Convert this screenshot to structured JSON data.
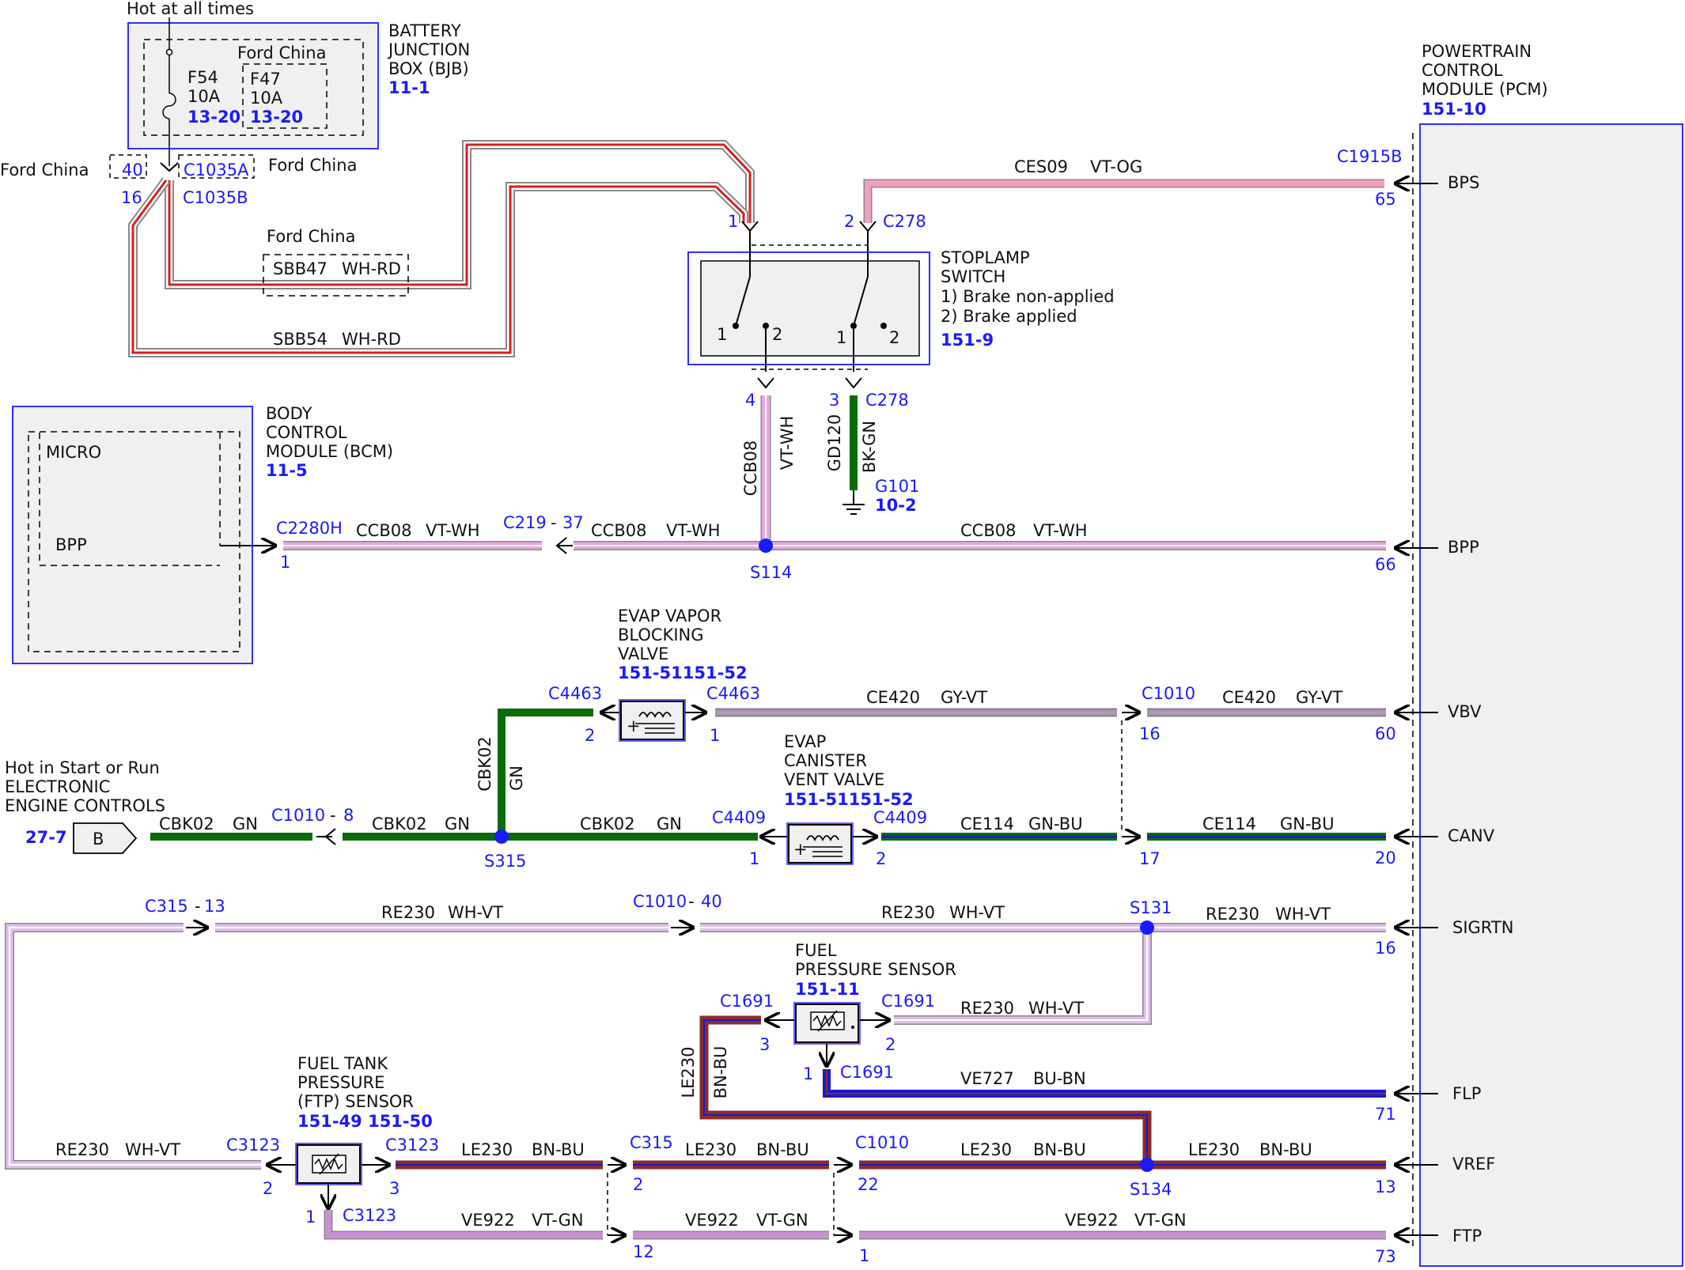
{
  "colors": {
    "component_blue": "#2f2fff",
    "connector_text": "#1a1aff",
    "VT-WH": "#e8a8e0",
    "VT-OG": "#f0a0c0",
    "GY-VT": "#909090",
    "GN": "#0b6b0b",
    "GN-BU": "#0b6b0b",
    "WH-VT": "#d8b0e8",
    "WH-RD": "#d62020",
    "BN-BU": "#8a2b2b",
    "BU-BN": "#1a1acc",
    "VT-GN": "#c890d0",
    "BK-GN": "#0b6b0b"
  },
  "power": {
    "hot_all_times": "Hot at all times",
    "hot_start_run": "Hot in Start or Run"
  },
  "bjb": {
    "title_lines": [
      "BATTERY",
      "JUNCTION",
      "BOX (BJB)"
    ],
    "ref": "11-1",
    "ford_china": "Ford China",
    "f54_name": "F54",
    "f54_rating": "10A",
    "f54_ref": "13-20",
    "f47_name": "F47",
    "f47_rating": "10A",
    "f47_ref": "13-20"
  },
  "bjb_connectors": {
    "left_label": "Ford China",
    "pin_a": "40",
    "c1035a": "C1035A",
    "right_label": "Ford China",
    "pin_b": "16",
    "c1035b": "C1035B"
  },
  "sbb47": {
    "ford_china": "Ford China",
    "circuit": "SBB47",
    "color": "WH-RD"
  },
  "sbb54": {
    "circuit": "SBB54",
    "color": "WH-RD"
  },
  "pcm": {
    "title_lines": [
      "POWERTRAIN",
      "CONTROL",
      "MODULE (PCM)"
    ],
    "ref": "151-10",
    "c1915b": "C1915B",
    "pins": [
      {
        "signal": "BPS",
        "pin": "65"
      },
      {
        "signal": "BPP",
        "pin": "66"
      },
      {
        "signal": "VBV",
        "pin": "60"
      },
      {
        "signal": "CANV",
        "pin": "20"
      },
      {
        "signal": "SIGRTN",
        "pin": "16"
      },
      {
        "signal": "FLP",
        "pin": "71"
      },
      {
        "signal": "VREF",
        "pin": "13"
      },
      {
        "signal": "FTP",
        "pin": "73"
      }
    ]
  },
  "ces09": {
    "circuit": "CES09",
    "color": "VT-OG"
  },
  "stoplamp": {
    "title_lines": [
      "STOPLAMP",
      "SWITCH",
      "1) Brake non-applied",
      "2) Brake applied"
    ],
    "ref": "151-9",
    "c278": "C278",
    "pin1": "1",
    "pin2": "2",
    "pin3": "3",
    "pin4": "4",
    "sw_1": "1",
    "sw_2": "2"
  },
  "ccb08_vertical": {
    "circuit": "CCB08",
    "color": "VT-WH"
  },
  "gd120": {
    "circuit": "GD120",
    "color": "BK-GN",
    "ground": "G101",
    "ground_ref": "10-2"
  },
  "bcm": {
    "title_lines": [
      "BODY",
      "CONTROL",
      "MODULE (BCM)"
    ],
    "ref": "11-5",
    "micro": "MICRO",
    "bpp": "BPP",
    "c2280h": "C2280H",
    "pin": "1"
  },
  "bpp_row": {
    "seg1_circuit": "CCB08",
    "seg1_color": "VT-WH",
    "c219": "C219",
    "c219_pin": "37",
    "seg2_circuit": "CCB08",
    "seg2_color": "VT-WH",
    "splice": "S114",
    "seg3_circuit": "CCB08",
    "seg3_color": "VT-WH"
  },
  "evap_vbv": {
    "title_lines": [
      "EVAP VAPOR",
      "BLOCKING",
      "VALVE"
    ],
    "ref": "151-51151-52",
    "c4463_left": "C4463",
    "c4463_right": "C4463",
    "pin2": "2",
    "pin1": "1",
    "seg1_circuit": "CE420",
    "seg1_color": "GY-VT",
    "c1010": "C1010",
    "c1010_pin": "16",
    "seg2_circuit": "CE420",
    "seg2_color": "GY-VT"
  },
  "cbk02_vertical": {
    "circuit": "CBK02",
    "color": "GN"
  },
  "eec": {
    "title_lines": [
      "ELECTRONIC",
      "ENGINE CONTROLS"
    ],
    "ref": "27-7",
    "terminal": "B"
  },
  "canv_row": {
    "seg1_circuit": "CBK02",
    "seg1_color": "GN",
    "c1010": "C1010",
    "c1010_pin": "8",
    "seg2_circuit": "CBK02",
    "seg2_color": "GN",
    "splice": "S315",
    "seg3_circuit": "CBK02",
    "seg3_color": "GN",
    "c4409_left": "C4409",
    "c4409_right": "C4409",
    "pin1": "1",
    "pin2": "2",
    "seg4_circuit": "CE114",
    "seg4_color": "GN-BU",
    "c1010_pin2": "17",
    "seg5_circuit": "CE114",
    "seg5_color": "GN-BU"
  },
  "evap_cvv": {
    "title_lines": [
      "EVAP",
      "CANISTER",
      "VENT VALVE"
    ],
    "ref": "151-51151-52"
  },
  "sigrtn_row": {
    "c315": "C315",
    "c315_pin": "13",
    "seg1_circuit": "RE230",
    "seg1_color": "WH-VT",
    "c1010": "C1010",
    "c1010_pin": "40",
    "seg2_circuit": "RE230",
    "seg2_color": "WH-VT",
    "splice": "S131",
    "seg3_circuit": "RE230",
    "seg3_color": "WH-VT"
  },
  "fps": {
    "title_lines": [
      "FUEL",
      "PRESSURE SENSOR"
    ],
    "ref": "151-11",
    "c1691_left": "C1691",
    "c1691_right": "C1691",
    "c1691_bottom": "C1691",
    "pin3": "3",
    "pin2": "2",
    "pin1": "1",
    "seg_circuit": "RE230",
    "seg_color": "WH-VT"
  },
  "le230_vertical": {
    "circuit": "LE230",
    "color": "BN-BU"
  },
  "flp_row": {
    "circuit": "VE727",
    "color": "BU-BN"
  },
  "ftp_sensor": {
    "title_lines": [
      "FUEL TANK",
      "PRESSURE",
      "(FTP) SENSOR"
    ],
    "ref": "151-49 151-50",
    "c3123_left": "C3123",
    "c3123_right": "C3123",
    "c3123_bottom": "C3123",
    "pin2": "2",
    "pin3": "3",
    "pin1": "1",
    "left_circuit": "RE230",
    "left_color": "WH-VT"
  },
  "vref_row": {
    "seg1_circuit": "LE230",
    "seg1_color": "BN-BU",
    "c315": "C315",
    "c315_pin": "2",
    "seg2_circuit": "LE230",
    "seg2_color": "BN-BU",
    "c1010": "C1010",
    "c1010_pin": "22",
    "seg3_circuit": "LE230",
    "seg3_color": "BN-BU",
    "splice": "S134",
    "seg4_circuit": "LE230",
    "seg4_color": "BN-BU"
  },
  "ftp_row": {
    "seg1_circuit": "VE922",
    "seg1_color": "VT-GN",
    "c315_pin": "12",
    "seg2_circuit": "VE922",
    "seg2_color": "VT-GN",
    "c1010_pin": "1",
    "seg3_circuit": "VE922",
    "seg3_color": "VT-GN"
  }
}
